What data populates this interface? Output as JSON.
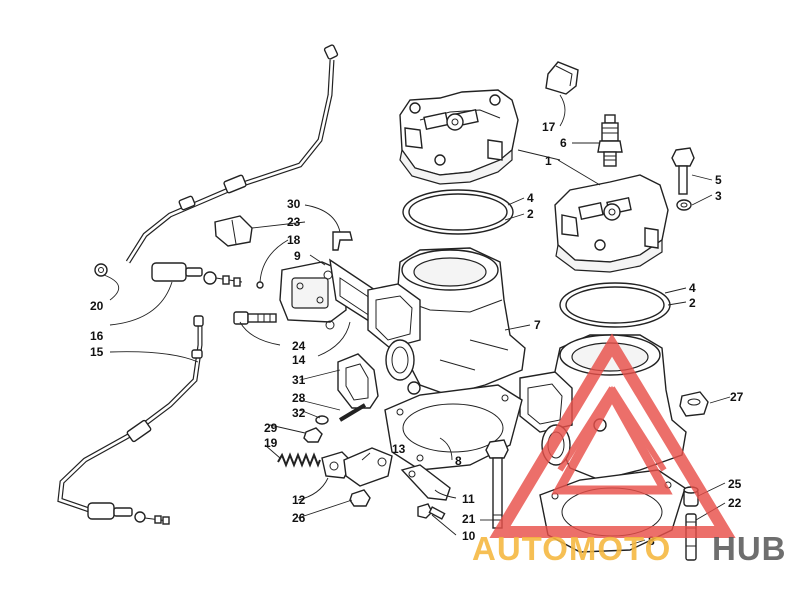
{
  "diagram": {
    "callouts": [
      {
        "id": "c17",
        "text": "17"
      },
      {
        "id": "c6",
        "text": "6"
      },
      {
        "id": "c1",
        "text": "1"
      },
      {
        "id": "c5",
        "text": "5"
      },
      {
        "id": "c3",
        "text": "3"
      },
      {
        "id": "c4a",
        "text": "4"
      },
      {
        "id": "c2a",
        "text": "2"
      },
      {
        "id": "c30",
        "text": "30"
      },
      {
        "id": "c23",
        "text": "23"
      },
      {
        "id": "c18",
        "text": "18"
      },
      {
        "id": "c9",
        "text": "9"
      },
      {
        "id": "c4b",
        "text": "4"
      },
      {
        "id": "c2b",
        "text": "2"
      },
      {
        "id": "c20",
        "text": "20"
      },
      {
        "id": "c16",
        "text": "16"
      },
      {
        "id": "c15",
        "text": "15"
      },
      {
        "id": "c7",
        "text": "7"
      },
      {
        "id": "c24",
        "text": "24"
      },
      {
        "id": "c14",
        "text": "14"
      },
      {
        "id": "c31",
        "text": "31"
      },
      {
        "id": "c28",
        "text": "28"
      },
      {
        "id": "c27",
        "text": "27"
      },
      {
        "id": "c32",
        "text": "32"
      },
      {
        "id": "c29",
        "text": "29"
      },
      {
        "id": "c19",
        "text": "19"
      },
      {
        "id": "c13",
        "text": "13"
      },
      {
        "id": "c12",
        "text": "12"
      },
      {
        "id": "c11",
        "text": "11"
      },
      {
        "id": "c26",
        "text": "26"
      },
      {
        "id": "c8a",
        "text": "8"
      },
      {
        "id": "c21",
        "text": "21"
      },
      {
        "id": "c10",
        "text": "10"
      },
      {
        "id": "c25",
        "text": "25"
      },
      {
        "id": "c22",
        "text": "22"
      },
      {
        "id": "c8b",
        "text": "8"
      }
    ]
  },
  "watermark": {
    "part1": "AUTOMOTO",
    "part2": "HUB",
    "color_primary": "#e8504a",
    "color_secondary": "#f5b63c",
    "color_dark": "#555555"
  }
}
